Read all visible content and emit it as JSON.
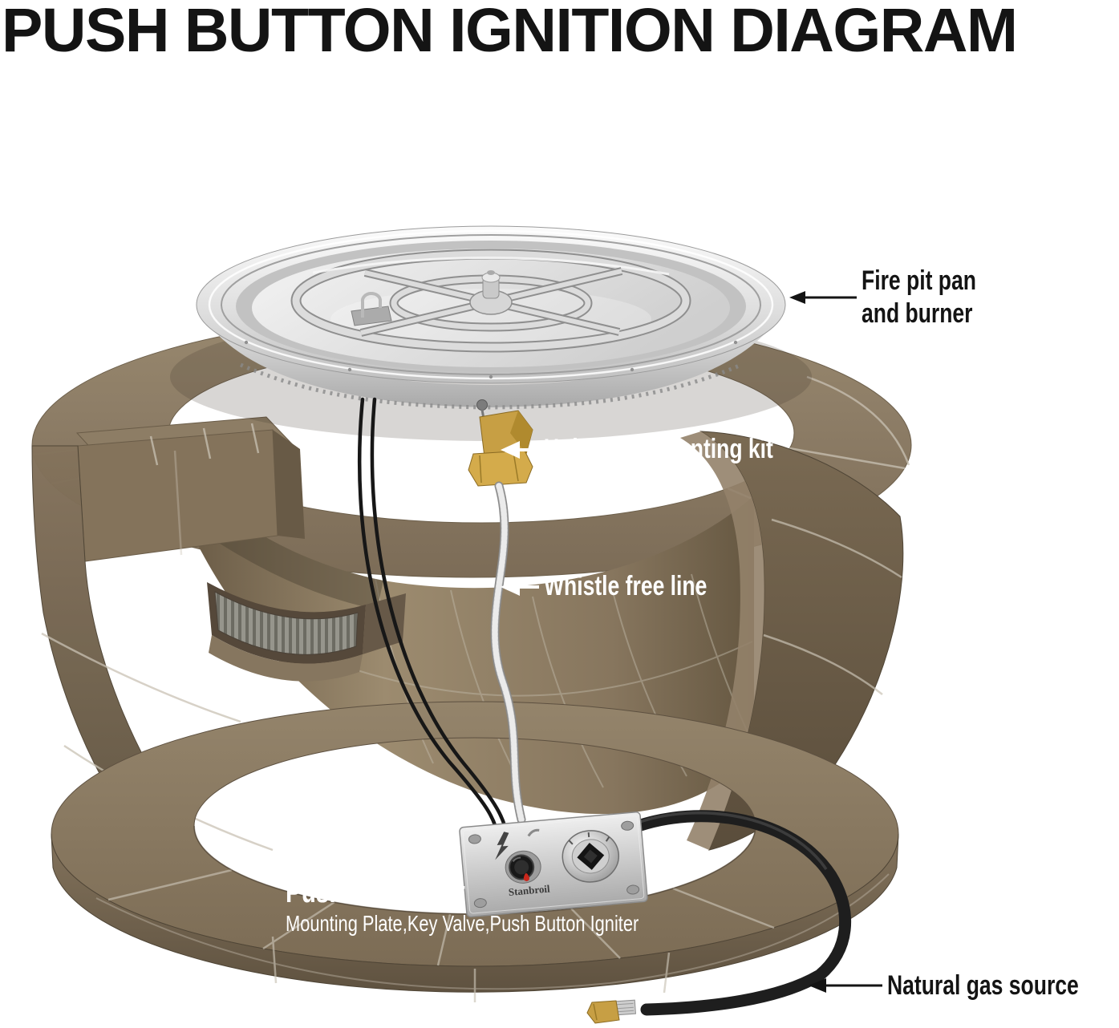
{
  "title": "PUSH BUTTON IGNITION DIAGRAM",
  "callouts": {
    "fire_pit_pan": {
      "line1": "Fire pit pan",
      "line2": "and burner"
    },
    "universal_mounting_kit": "Universal mounting kit",
    "whistle_free_line": "Whistle free line",
    "push_button_kit": {
      "title": "Push Button Kit",
      "subtitle": "Mounting Plate,Key Valve,Push Button Igniter"
    },
    "natural_gas_source": "Natural gas source"
  },
  "plate": {
    "brand": "Stanbroil"
  },
  "colors": {
    "background": "#ffffff",
    "text_dark": "#141414",
    "text_light": "#ffffff",
    "brick": "#84735c",
    "brick_dark": "#5e5140",
    "mortar": "#cdc6b7",
    "stainless": "#d9d9d9",
    "brass": "#c79f44",
    "hose_black": "#1e1e1e"
  }
}
